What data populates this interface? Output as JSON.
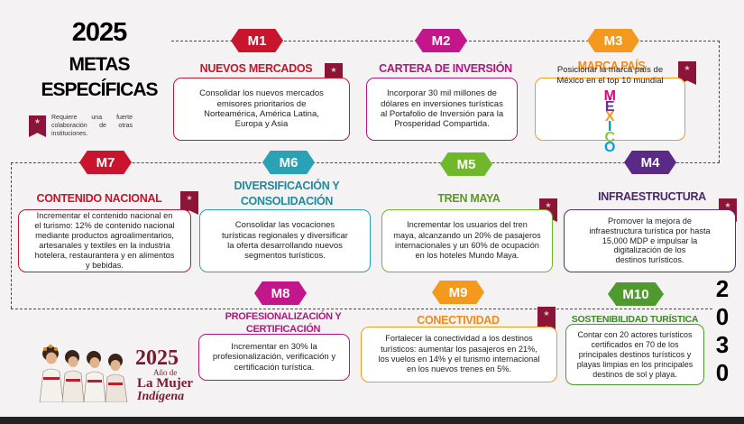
{
  "title": {
    "year": "2025",
    "line1": "METAS",
    "line2": "ESPECÍFICAS"
  },
  "legend": "Requiere una fuerte colaboración de otras instituciones.",
  "goals": {
    "m1": {
      "code": "M1",
      "title": "NUEVOS MERCADOS",
      "text": [
        "Consolidar los nuevos mercados",
        "emisores prioritarios de",
        "Norteamérica, América Latina,",
        "Europa y Asia"
      ]
    },
    "m2": {
      "code": "M2",
      "title": "CARTERA DE INVERSIÓN",
      "text": [
        "Incorporar 30 mil millones de",
        "dólares en inversiones turísticas",
        "al Portafolio de Inversión para la",
        "Prosperidad Compartida."
      ]
    },
    "m3": {
      "code": "M3",
      "title": "MARCA PAÍS",
      "text": [
        "Posicionar la marca país de",
        "México en el top 10 mundial"
      ],
      "brand": [
        "M",
        "É",
        "X",
        "I",
        "C",
        "O"
      ]
    },
    "m4": {
      "code": "M4",
      "title": "INFRAESTRUCTURA",
      "text": [
        "Promover la mejora de",
        "infraestructura turística por hasta",
        "15,000 MDP e impulsar la",
        "digitalización de los",
        "destinos turísticos."
      ]
    },
    "m5": {
      "code": "M5",
      "title": "TREN MAYA",
      "text": [
        "Incrementar los usuarios del tren",
        "maya, alcanzando un 20% de pasajeros",
        "internacionales y un 60% de ocupación",
        "en los hoteles Mundo Maya."
      ]
    },
    "m6": {
      "code": "M6",
      "title1": "DIVERSIFICACIÓN Y",
      "title2": "CONSOLIDACIÓN",
      "text": [
        "Consolidar las vocaciones",
        "turísticas regionales y diversificar",
        "la oferta desarrollando nuevos",
        "segmentos turísticos."
      ]
    },
    "m7": {
      "code": "M7",
      "title": "CONTENIDO NACIONAL",
      "text": [
        "Incrementar el contenido nacional en",
        "el turismo: 12% de contenido nacional",
        "mediante productos agroalimentarios,",
        "artesanales y textiles en la industria",
        "hotelera, restaurantera y en alimentos",
        "y bebidas."
      ]
    },
    "m8": {
      "code": "M8",
      "title1": "PROFESIONALIZACIÓN Y",
      "title2": "CERTIFICACIÓN",
      "text": [
        "Incrementar en 30% la",
        "profesionalización, verificación y",
        "certificación turística."
      ]
    },
    "m9": {
      "code": "M9",
      "title": "CONECTIVIDAD",
      "text": [
        "Fortalecer la conectividad a los destinos",
        "turísticos: aumentar los pasajeros en 21%,",
        "los vuelos en 14% y el turismo internacional",
        "en los nuevos trenes en 5%."
      ]
    },
    "m10": {
      "code": "M10",
      "title": "SOSTENIBILIDAD TURÍSTICA",
      "text": [
        "Contar con 20 actores turísticos",
        "certificados en 70 de los",
        "principales destinos turísticos y",
        "playas limpias en los principales",
        "destinos de sol y playa."
      ]
    }
  },
  "target_year": [
    "2",
    "0",
    "3",
    "0"
  ],
  "logo": {
    "year": "2025",
    "ano": "Año de",
    "line1": "La Mujer",
    "line2": "Indígena"
  }
}
